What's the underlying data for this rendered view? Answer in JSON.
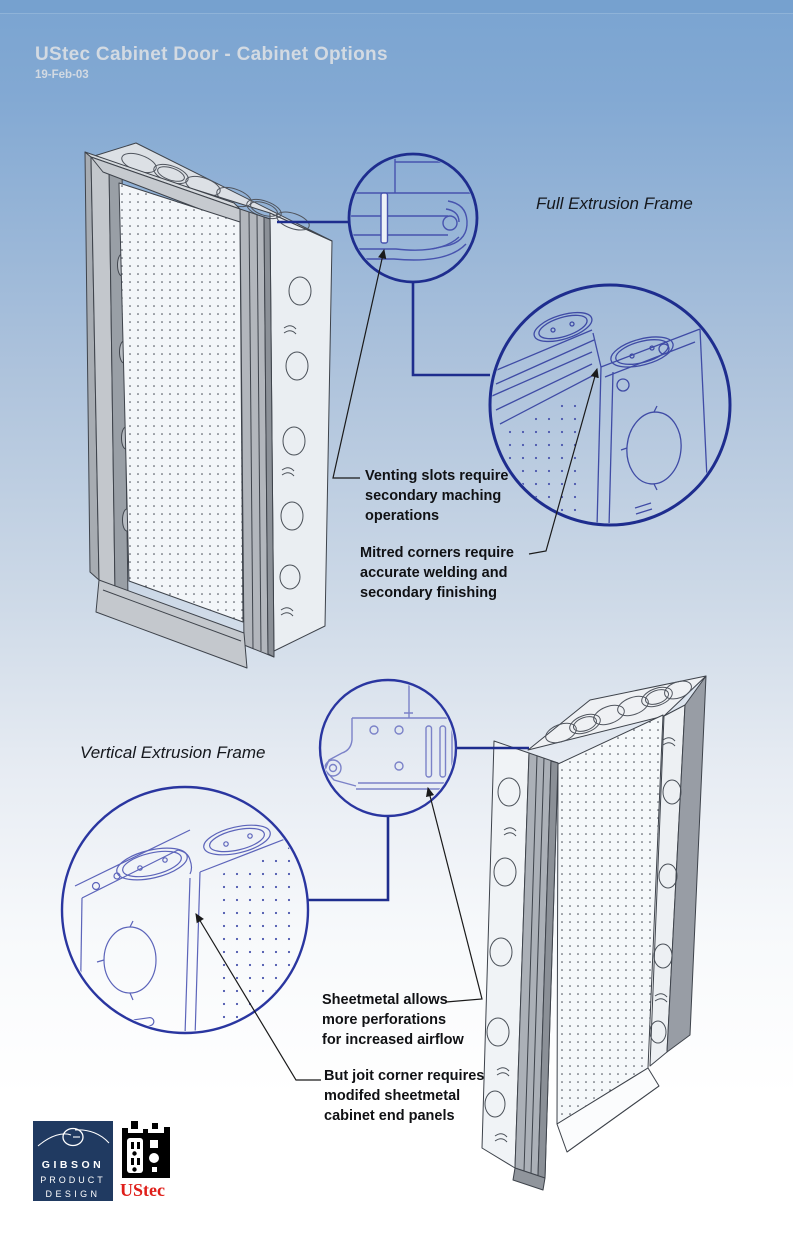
{
  "page": {
    "title": "UStec Cabinet Door - Cabinet Options",
    "date": "19-Feb-03"
  },
  "sections": {
    "full_extrusion": {
      "label": "Full Extrusion Frame",
      "annotations": {
        "venting": "Venting slots require\nsecondary maching\noperations",
        "mitred": "Mitred corners require\naccurate welding and\nsecondary finishing"
      }
    },
    "vertical_extrusion": {
      "label": "Vertical Extrusion Frame",
      "annotations": {
        "sheetmetal": "Sheetmetal allows\nmore perforations\nfor increased airflow",
        "joint": "But joit corner requires\nmodifed sheetmetal\ncabinet end panels"
      }
    }
  },
  "logos": {
    "gibson": {
      "line1": "GIBSON",
      "line2": "PRODUCT",
      "line3": "DESIGN"
    },
    "ustec": {
      "name": "UStec"
    }
  },
  "colors": {
    "background_top": "#7aa4d1",
    "callout_navy": "#1e2d8e",
    "wireframe_blue": "#3f4ba5",
    "wireframe_light_blue": "#7b82c8",
    "annotation_text": "#101114",
    "title_text": "#d3dae2",
    "gibson_navy": "#203a61",
    "ustec_red": "#df1f1a"
  }
}
